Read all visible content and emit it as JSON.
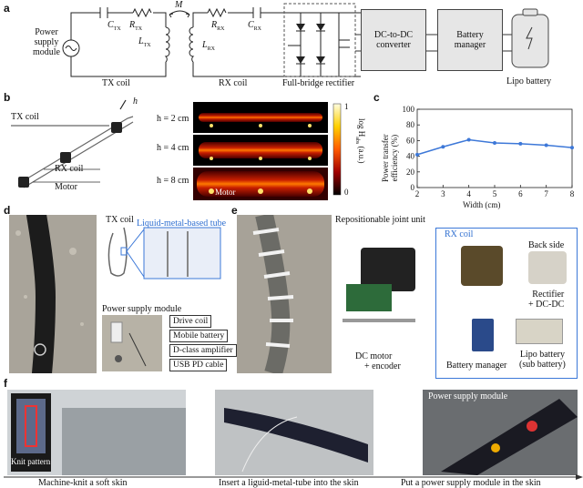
{
  "panels": {
    "a": {
      "label": "a",
      "power_supply_module": [
        "Power",
        "supply",
        "module"
      ],
      "tx_coil": "TX coil",
      "rx_coil": "RX coil",
      "full_bridge_rectifier": "Full-bridge rectifier",
      "dcdc": [
        "DC-to-DC",
        "converter"
      ],
      "battery_manager": [
        "Battery",
        "manager"
      ],
      "lipo": "Lipo battery",
      "m_label": "M",
      "comp": {
        "ctx": "C",
        "ctx_sub": "TX",
        "rtx": "R",
        "rtx_sub": "TX",
        "ltx": "L",
        "ltx_sub": "TX",
        "rrx": "R",
        "rrx_sub": "RX",
        "crx": "C",
        "crx_sub": "RX",
        "lrx": "L",
        "lrx_sub": "RX"
      }
    },
    "b": {
      "label": "b",
      "tx_coil": "TX coil",
      "rx_coil": "RX coil",
      "motor": "Motor",
      "h_symbol": "h",
      "rows": [
        "h = 2 cm",
        "h = 4 cm",
        "h = 8 cm"
      ],
      "motor_in_map": "Motor",
      "colorbar": {
        "ticks": [
          "1",
          "0"
        ],
        "label": "log H",
        "label_sub": "abs",
        "label_unit": " (a.u.)"
      }
    },
    "c": {
      "label": "c",
      "chart_data": {
        "type": "line",
        "x": [
          2,
          3,
          4,
          5,
          6,
          7,
          8
        ],
        "y": [
          42,
          52,
          61,
          57,
          56,
          54,
          51
        ],
        "xlabel": "Width (cm)",
        "ylabel": [
          "Power transfer",
          "efficiency (%)"
        ],
        "xlim": [
          2,
          8
        ],
        "ylim": [
          0,
          100
        ],
        "xticks": [
          "2",
          "3",
          "4",
          "5",
          "6",
          "7",
          "8"
        ],
        "yticks": [
          "0",
          "20",
          "40",
          "60",
          "80",
          "100"
        ],
        "color": "#3d78d8",
        "grid": false
      }
    },
    "d": {
      "label": "d",
      "tx_coil": "TX coil",
      "tube": "Liquid-metal-based tube",
      "psm": "Power supply module",
      "parts": [
        "Drive coil",
        "Mobile battery",
        "D-class amplifier",
        "USB PD cable"
      ]
    },
    "e": {
      "label": "e",
      "joint_unit": "Repositionable joint unit",
      "rx_coil": "RX coil",
      "back_side": "Back side",
      "rectifier": [
        "Rectifier",
        "+ DC-DC"
      ],
      "lipo": [
        "Lipo battery",
        "(sub battery)"
      ],
      "battery_manager": "Battery manager",
      "dc_motor": [
        "DC motor",
        "+ encoder"
      ]
    },
    "f": {
      "label": "f",
      "knit_pattern": "Knit pattern",
      "psm": "Power supply module",
      "captions": [
        "Machine-knit a soft skin",
        "Insert a liguid-metal-tube into the skin",
        "Put a power supply module in the skin"
      ]
    }
  }
}
